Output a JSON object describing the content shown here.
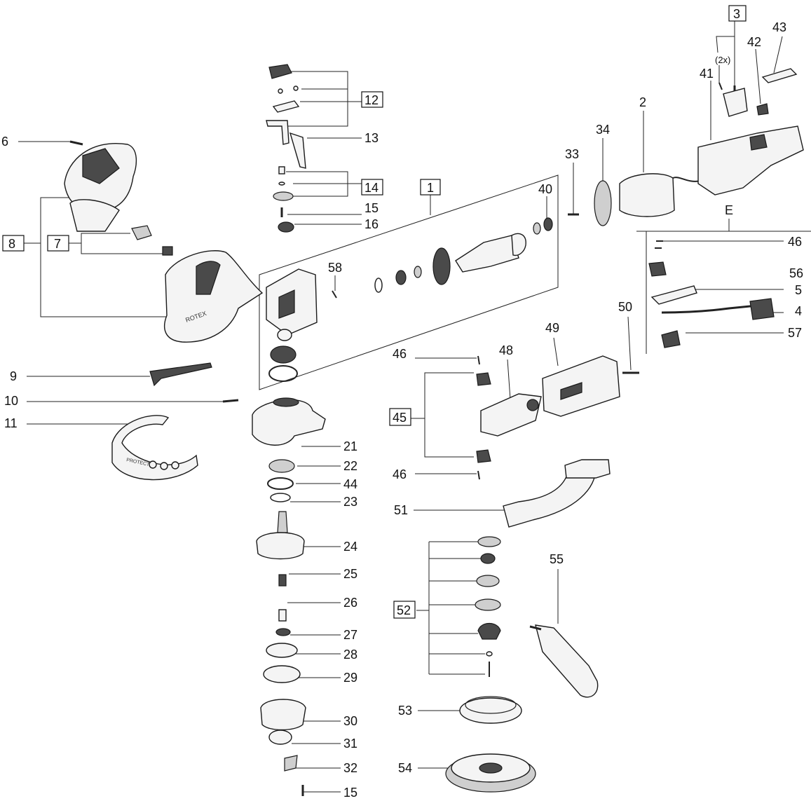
{
  "diagram": {
    "labels": {
      "p1": "1",
      "p2": "2",
      "p3": "3",
      "p4": "4",
      "p5": "5",
      "p6": "6",
      "p7": "7",
      "p8": "8",
      "p9": "9",
      "p10": "10",
      "p11": "11",
      "p12": "12",
      "p13": "13",
      "p14": "14",
      "p15a": "15",
      "p15b": "15",
      "p16": "16",
      "p21": "21",
      "p22": "22",
      "p23": "23",
      "p24": "24",
      "p25": "25",
      "p26": "26",
      "p27": "27",
      "p28": "28",
      "p29": "29",
      "p30": "30",
      "p31": "31",
      "p32": "32",
      "p33": "33",
      "p34": "34",
      "p40": "40",
      "p41": "41",
      "p42": "42",
      "p43": "43",
      "p44": "44",
      "p45": "45",
      "p46a": "46",
      "p46b": "46",
      "p46c": "46",
      "p48": "48",
      "p49": "49",
      "p50": "50",
      "p51": "51",
      "p52": "52",
      "p53": "53",
      "p54": "54",
      "p55": "55",
      "p56": "56",
      "p57": "57",
      "p58": "58",
      "e": "E",
      "qty": "(2x)"
    },
    "brand_text": "ROTEX",
    "guard_text": "PROTECTOR"
  }
}
